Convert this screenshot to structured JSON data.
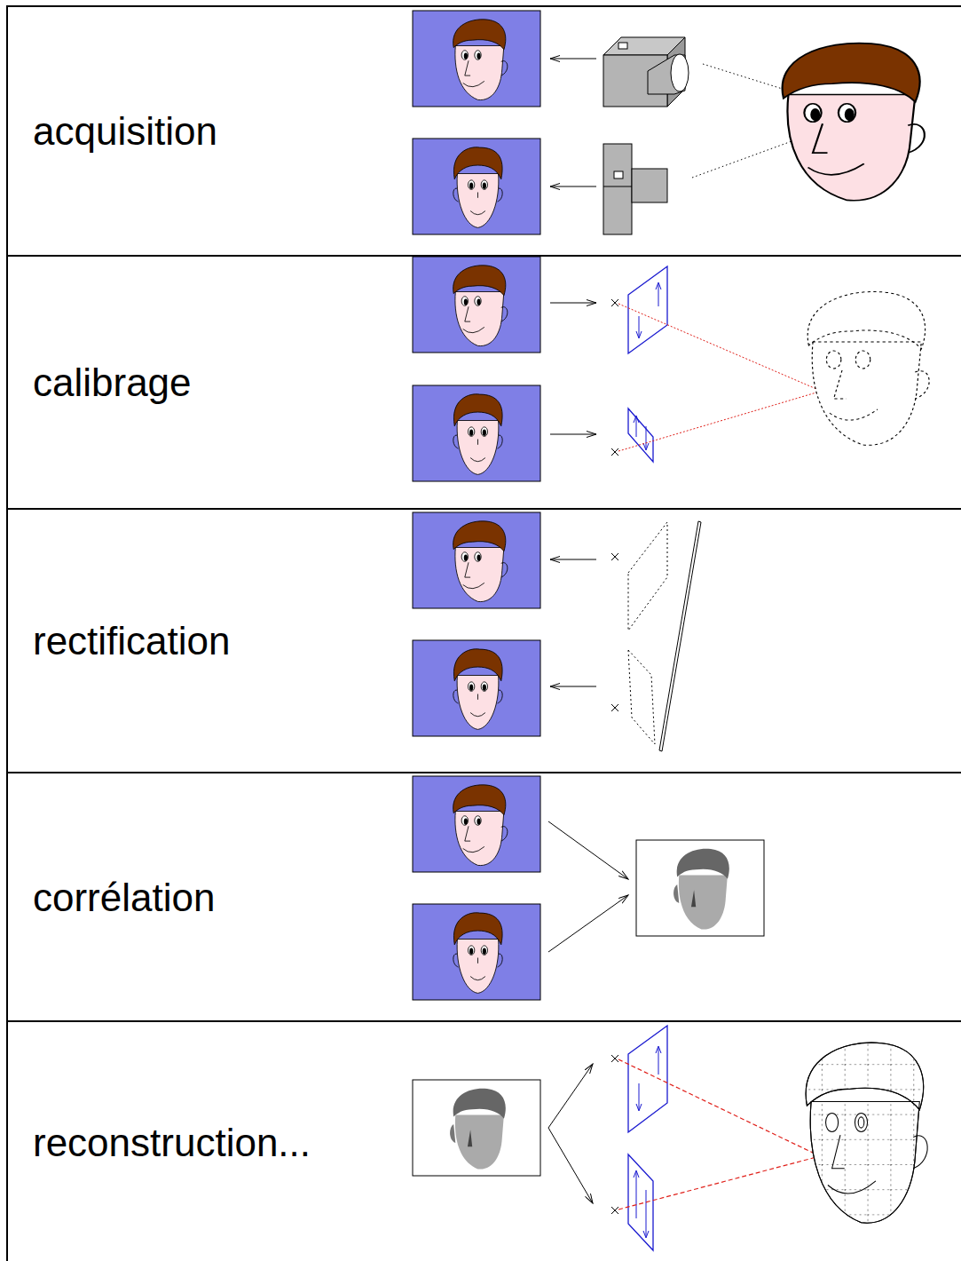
{
  "diagram": {
    "nodes": [
      {
        "text": [
          "acquisition"
        ]
      },
      {
        "text": [
          "calibrage"
        ]
      },
      {
        "text": [
          "rectification"
        ]
      },
      {
        "text": [
          "corrélation"
        ]
      },
      {
        "text": [
          "reconstruction..."
        ]
      }
    ]
  }
}
